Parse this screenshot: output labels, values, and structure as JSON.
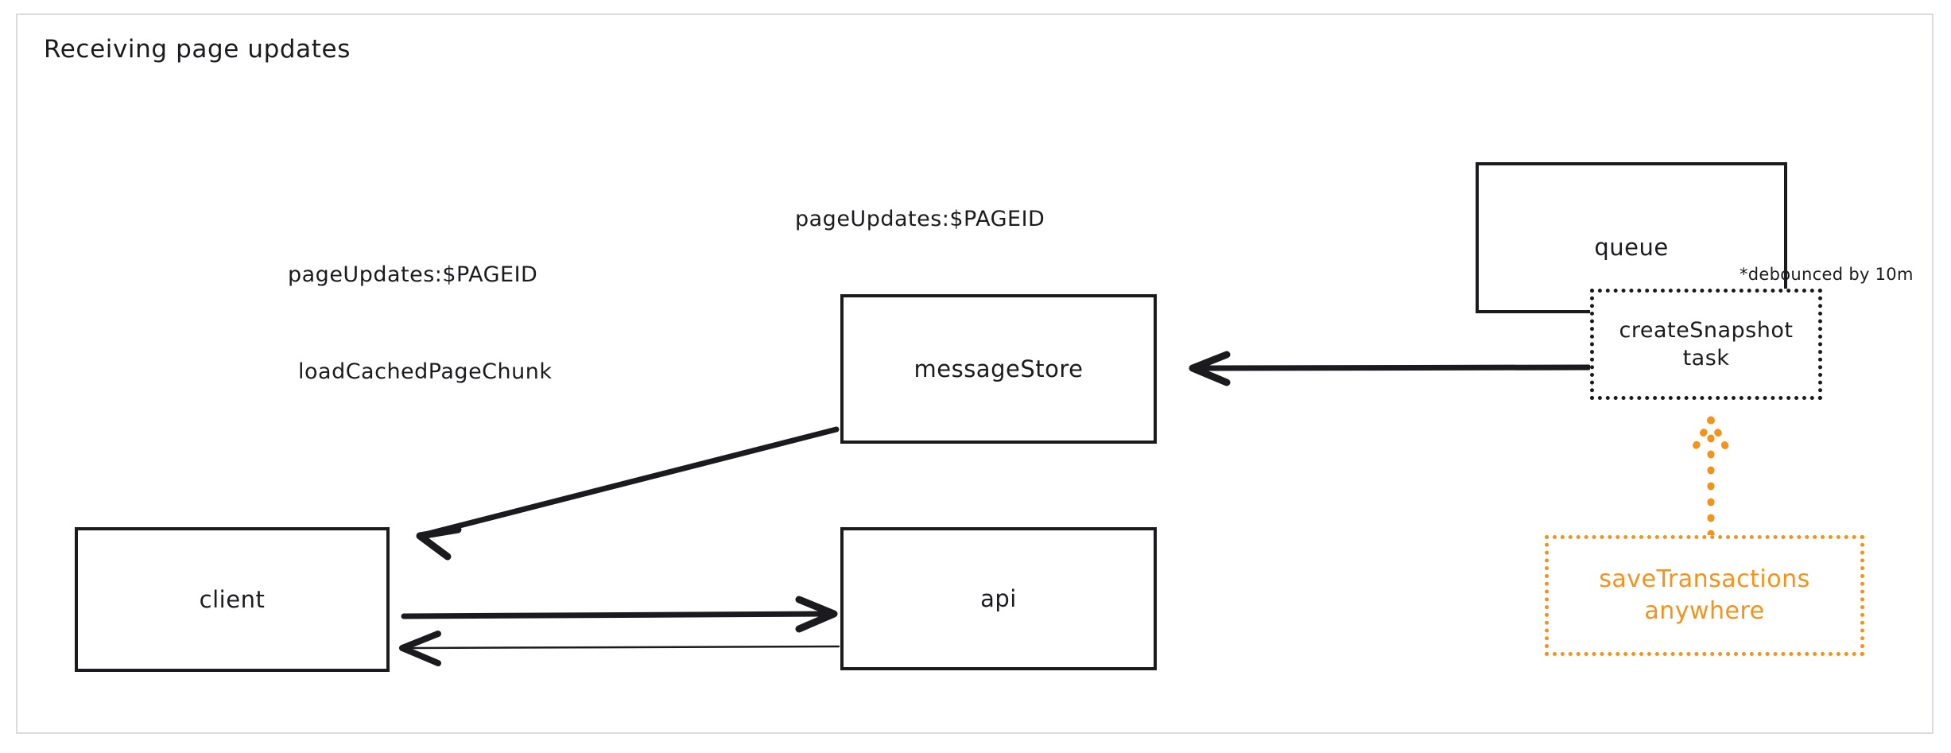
{
  "diagram": {
    "title": "Receiving page updates",
    "accent_color": "#F5921B",
    "ink_color": "#1b1b1f",
    "frame_color": "#dcdbe1",
    "nodes": [
      {
        "id": "client",
        "label": "client",
        "style": "solid",
        "color": "#1b1b1f"
      },
      {
        "id": "api",
        "label": "api",
        "style": "solid",
        "color": "#1b1b1f"
      },
      {
        "id": "messageStore",
        "label": "messageStore",
        "style": "solid",
        "color": "#1b1b1f"
      },
      {
        "id": "queue",
        "label": "queue",
        "style": "solid",
        "color": "#1b1b1f"
      },
      {
        "id": "snapshot",
        "label": "createSnapshot\ntask",
        "style": "dotted",
        "color": "#1b1b1f"
      },
      {
        "id": "savetx",
        "label": "saveTransactions\nanywhere",
        "style": "dotted",
        "color": "#F5921B"
      }
    ],
    "edges": [
      {
        "id": "snapshot-to-messagestore",
        "from": "createSnapshot task",
        "to": "messageStore",
        "label": "pageUpdates:$PAGEID",
        "style": "solid",
        "color": "#1b1b1f"
      },
      {
        "id": "messagestore-to-client",
        "from": "messageStore",
        "to": "client",
        "label": "pageUpdates:$PAGEID",
        "style": "solid",
        "color": "#1b1b1f"
      },
      {
        "id": "client-to-api",
        "from": "client",
        "to": "api",
        "label": "loadCachedPageChunk",
        "style": "solid",
        "color": "#1b1b1f"
      },
      {
        "id": "api-to-client",
        "from": "api",
        "to": "client",
        "label": "",
        "style": "thin",
        "color": "#1b1b1f"
      },
      {
        "id": "savetx-to-snapshot",
        "from": "saveTransactions anywhere",
        "to": "createSnapshot task",
        "label": "*debounced by 10m",
        "style": "dotted",
        "color": "#F5921B"
      }
    ],
    "annotations": {
      "debounce_note": "*debounced by 10m"
    }
  }
}
